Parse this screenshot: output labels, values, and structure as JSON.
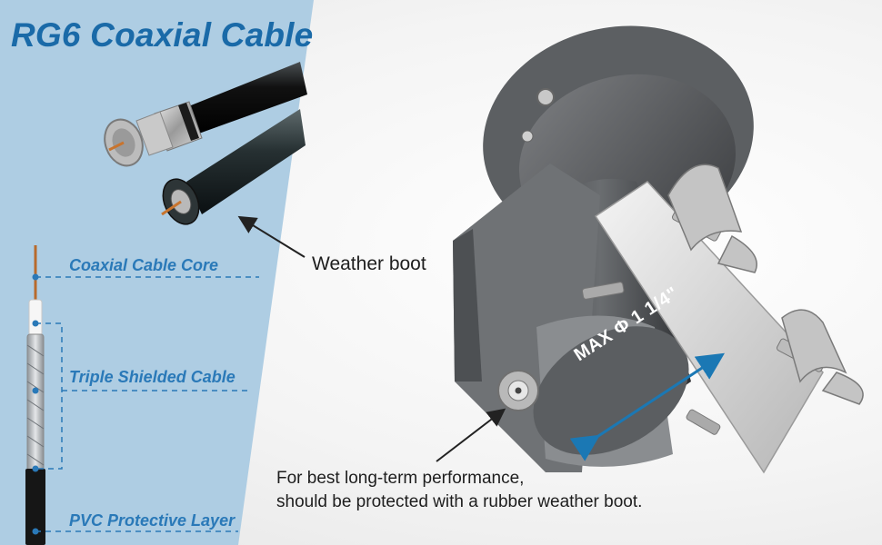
{
  "title": "RG6 Coaxial Cable",
  "layers": {
    "core": "Coaxial Cable Core",
    "shield": "Triple Shielded Cable",
    "pvc": "PVC Protective Layer"
  },
  "callouts": {
    "weather_boot": "Weather boot",
    "note_line1": "For best long-term performance,",
    "note_line2": "should be protected with a rubber weather boot."
  },
  "dimension": {
    "label": "MAX Φ 1 1/4\""
  },
  "colors": {
    "panel_blue": "#aecde3",
    "title_blue": "#1a6aa8",
    "label_blue": "#2a79b8",
    "dim_arrow": "#1b78b4"
  },
  "icons": [
    "f-connector-icon",
    "weather-boot-cable-icon",
    "mount-bracket-icon",
    "wing-nut-icon",
    "arrow-icon"
  ]
}
